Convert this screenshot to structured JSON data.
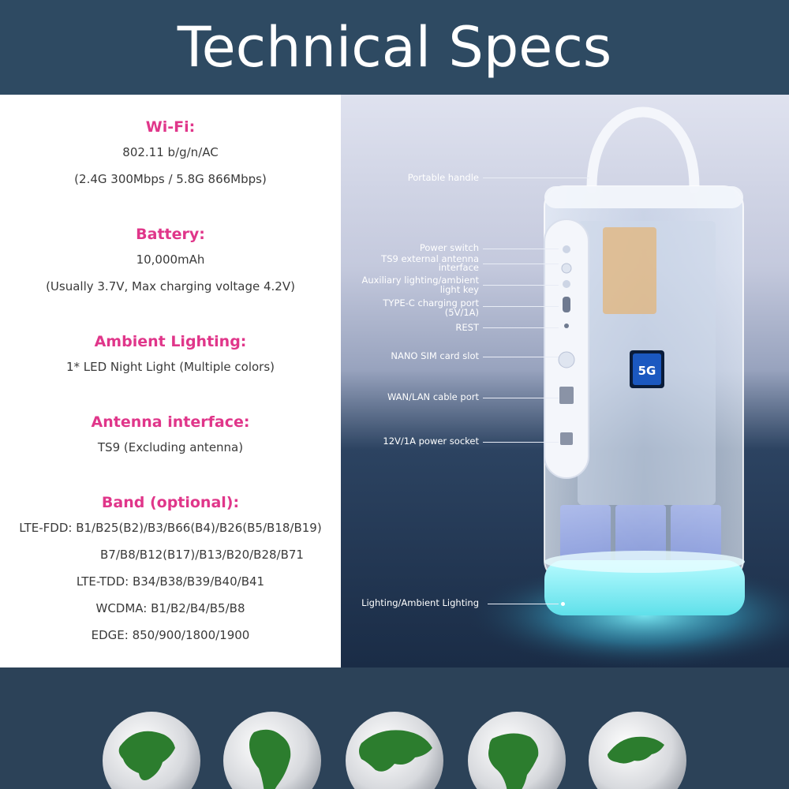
{
  "header": {
    "title": "Technical Specs"
  },
  "specs": [
    {
      "title": "Wi-Fi:",
      "lines": [
        "802.11 b/g/n/AC",
        "(2.4G 300Mbps / 5.8G 866Mbps)"
      ]
    },
    {
      "title": "Battery:",
      "lines": [
        "10,000mAh",
        "(Usually 3.7V, Max charging voltage 4.2V)"
      ]
    },
    {
      "title": "Ambient Lighting:",
      "lines": [
        "1* LED Night Light (Multiple colors)"
      ]
    },
    {
      "title": "Antenna interface:",
      "lines": [
        "TS9 (Excluding antenna)"
      ]
    },
    {
      "title": "Band (optional):",
      "lines": [
        "LTE-FDD: B1/B25(B2)/B3/B66(B4)/B26(B5/B18/B19)",
        "B7/B8/B12(B17)/B13/B20/B28/B71",
        "LTE-TDD: B34/B38/B39/B40/B41",
        "WCDMA: B1/B2/B4/B5/B8",
        "EDGE: 850/900/1800/1900"
      ]
    }
  ],
  "callouts": {
    "portable_handle": "Portable handle",
    "power_switch": "Power switch",
    "ts9_line1": "TS9 external antenna",
    "ts9_line2": "interface",
    "aux_line1": "Auxiliary lighting/ambient",
    "aux_line2": "light key",
    "typec_line1": "TYPE-C charging port",
    "typec_line2": "(5V/1A)",
    "rest": "REST",
    "sim": "NANO SIM card slot",
    "wan": "WAN/LAN cable port",
    "power_socket": "12V/1A power socket",
    "lighting": "Lighting/Ambient Lighting"
  },
  "device": {
    "badge": "5G"
  },
  "colors": {
    "accent": "#e0368a",
    "header_bg": "#2e4a62",
    "glow": "#5fe8f0"
  }
}
